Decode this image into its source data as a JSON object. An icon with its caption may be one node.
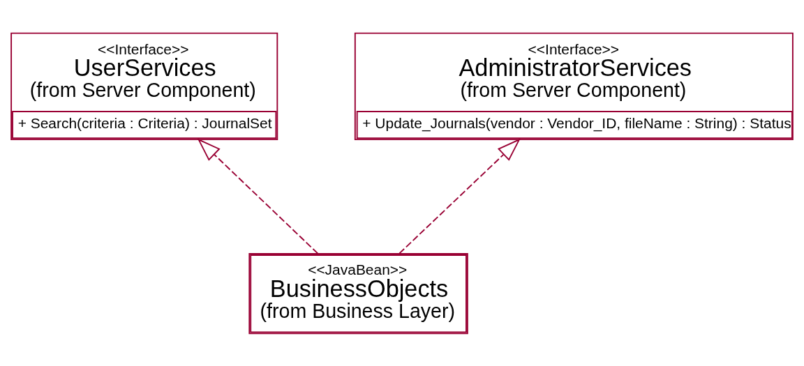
{
  "diagram": {
    "nodes": [
      {
        "text": [
          "<<Interface>>",
          "UserServices",
          "(from Server Component)",
          "+ Search(criteria : Criteria) : JournalSet"
        ]
      },
      {
        "text": [
          "<<Interface>>",
          "AdministratorServices",
          "(from Server Component)",
          "+ Update_Journals(vendor : Vendor_ID, fileName : String) : Status"
        ]
      },
      {
        "text": [
          "<<JavaBean>>",
          "BusinessObjects",
          "(from Business Layer)"
        ]
      }
    ],
    "edges": [
      {
        "from": 2,
        "to": 0,
        "arrow": "to",
        "style": "dashed"
      },
      {
        "from": 2,
        "to": 1,
        "arrow": "to",
        "style": "dashed"
      }
    ]
  }
}
